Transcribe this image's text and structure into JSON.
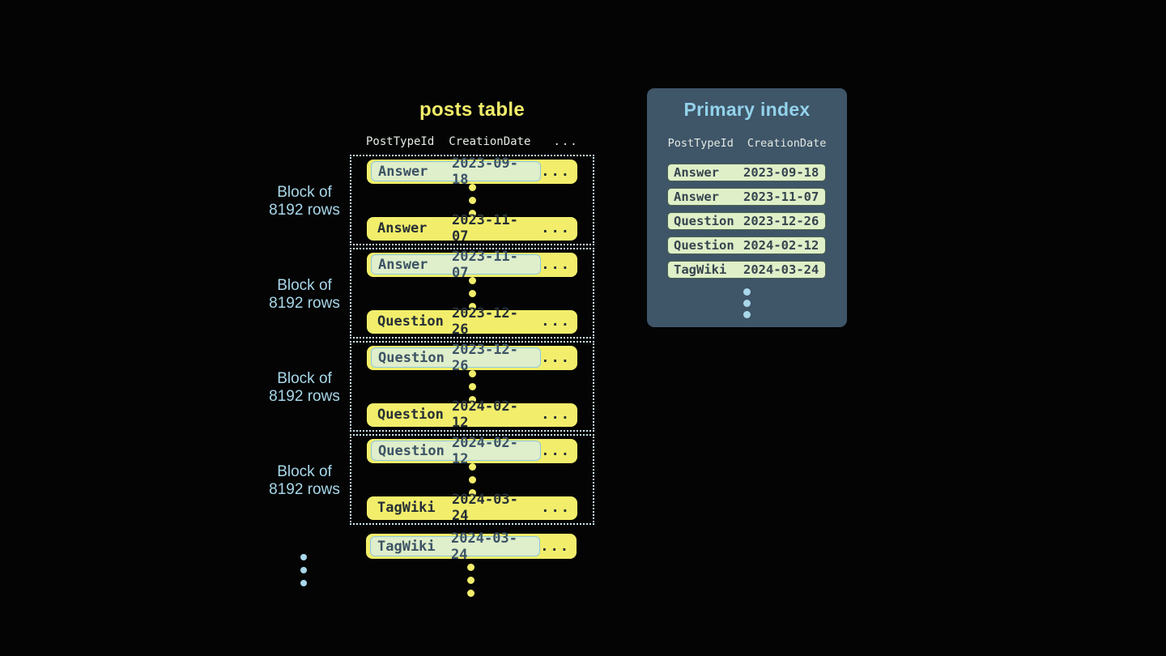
{
  "colors": {
    "background": "#040404",
    "yellow": "#F2EE6B",
    "row_text": "#262F36",
    "highlight_bg": "#DFEECB",
    "highlight_border": "#8BC8E2",
    "highlight_text": "#3C5365",
    "dotted_border": "#CDE8F2",
    "light_blue": "#A8D7E9",
    "panel_bg": "#3F5568",
    "panel_title": "#93D2EB",
    "header_text": "#E4EBE4",
    "index_row_bg": "#DFEFC8",
    "index_row_border": "#4A6350",
    "index_text": "#36454F"
  },
  "posts_table": {
    "title": "posts table",
    "columns": [
      "PostTypeId",
      "CreationDate",
      "..."
    ],
    "block_label_line1": "Block of",
    "block_label_line2": "8192 rows",
    "ellipsis": "...",
    "blocks": [
      {
        "first": {
          "type": "Answer",
          "date": "2023-09-18"
        },
        "last": {
          "type": "Answer",
          "date": "2023-11-07"
        }
      },
      {
        "first": {
          "type": "Answer",
          "date": "2023-11-07"
        },
        "last": {
          "type": "Question",
          "date": "2023-12-26"
        }
      },
      {
        "first": {
          "type": "Question",
          "date": "2023-12-26"
        },
        "last": {
          "type": "Question",
          "date": "2024-02-12"
        }
      },
      {
        "first": {
          "type": "Question",
          "date": "2024-02-12"
        },
        "last": {
          "type": "TagWiki",
          "date": "2024-03-24"
        }
      }
    ],
    "trailing_row": {
      "type": "TagWiki",
      "date": "2024-03-24"
    }
  },
  "primary_index": {
    "title": "Primary index",
    "columns": [
      "PostTypeId",
      "CreationDate"
    ],
    "rows": [
      {
        "type": "Answer",
        "date": "2023-09-18"
      },
      {
        "type": "Answer",
        "date": "2023-11-07"
      },
      {
        "type": "Question",
        "date": "2023-12-26"
      },
      {
        "type": "Question",
        "date": "2024-02-12"
      },
      {
        "type": "TagWiki",
        "date": "2024-03-24"
      }
    ]
  }
}
